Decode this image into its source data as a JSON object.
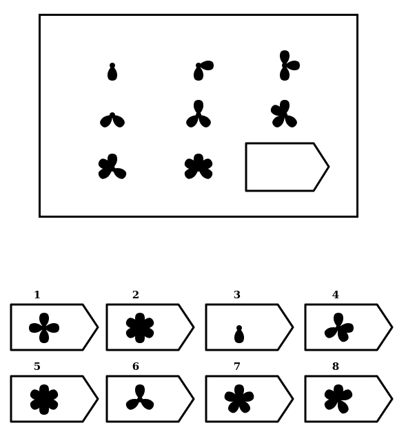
{
  "puzzle": {
    "matrix_cells": [
      {
        "leaves": [
          180
        ]
      },
      {
        "leaves": [
          180,
          90
        ]
      },
      {
        "leaves": [
          180,
          90,
          0
        ]
      },
      {
        "leaves": [
          135,
          225
        ]
      },
      {
        "leaves": [
          135,
          225,
          0
        ]
      },
      {
        "leaves": [
          135,
          225,
          0,
          300
        ]
      },
      {
        "leaves": [
          120,
          240,
          0,
          300
        ]
      },
      {
        "leaves": [
          120,
          240,
          0,
          300,
          60
        ]
      }
    ],
    "options": [
      {
        "number": "1",
        "leaves": [
          0,
          90,
          180,
          270
        ]
      },
      {
        "number": "2",
        "leaves": [
          0,
          60,
          120,
          180,
          240,
          300
        ]
      },
      {
        "number": "3",
        "leaves": [
          180
        ]
      },
      {
        "number": "4",
        "leaves": [
          0,
          90,
          150,
          240
        ]
      },
      {
        "number": "5",
        "leaves": [
          0,
          60,
          120,
          180,
          240,
          300
        ]
      },
      {
        "number": "6",
        "leaves": [
          0,
          120,
          240
        ]
      },
      {
        "number": "7",
        "leaves": [
          0,
          72,
          144,
          216,
          288
        ]
      },
      {
        "number": "8",
        "leaves": [
          0,
          60,
          150,
          240,
          300
        ]
      }
    ],
    "leaf_color": "#000000",
    "background_color": "#ffffff"
  }
}
